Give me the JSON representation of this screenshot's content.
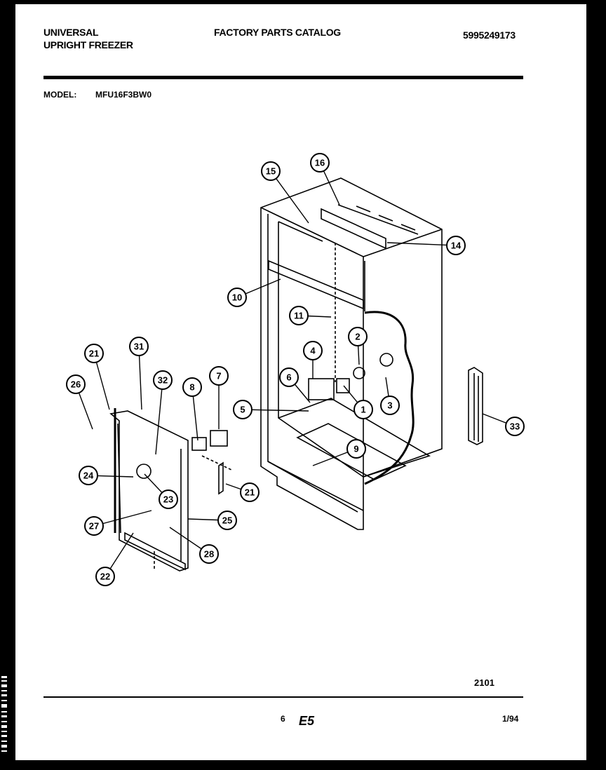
{
  "header": {
    "brand_line1": "UNIVERSAL",
    "brand_line2": "UPRIGHT FREEZER",
    "catalog_title": "FACTORY PARTS CATALOG",
    "part_number": "5995249173"
  },
  "model": {
    "label": "MODEL:",
    "value": "MFU16F3BW0"
  },
  "diagram": {
    "figure_number": "2101",
    "callouts": [
      "15",
      "16",
      "14",
      "10",
      "11",
      "2",
      "4",
      "6",
      "5",
      "1",
      "3",
      "9",
      "7",
      "8",
      "32",
      "31",
      "21",
      "26",
      "24",
      "23",
      "27",
      "22",
      "25",
      "28",
      "21",
      "33"
    ]
  },
  "footer": {
    "page_number": "6",
    "section": "E5",
    "date": "1/94"
  }
}
